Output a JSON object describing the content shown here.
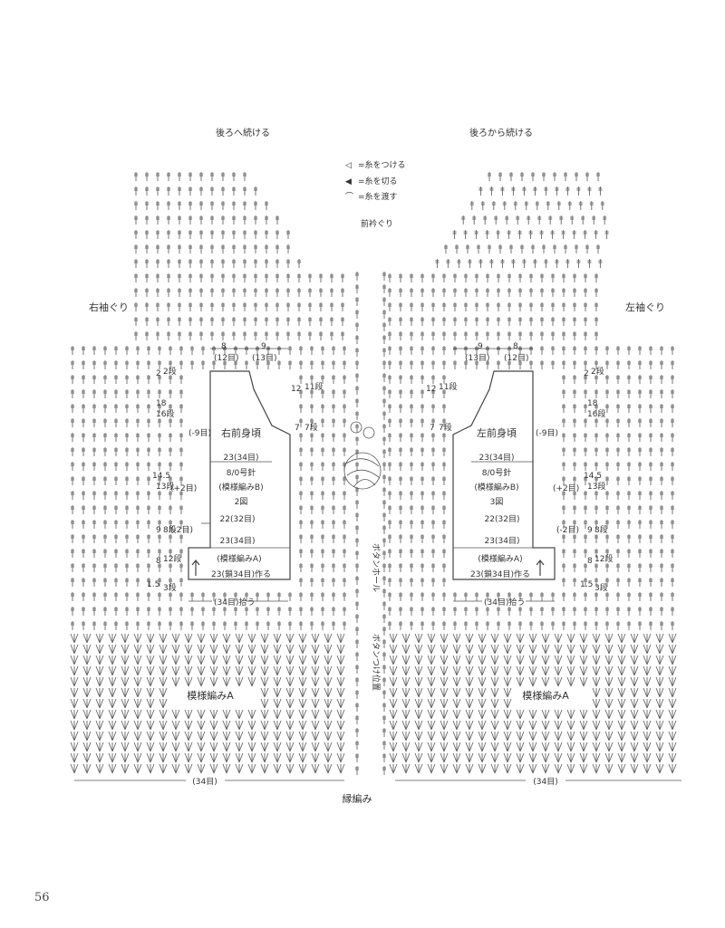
{
  "top_labels": {
    "left": "後ろへ続ける",
    "right": "後ろから続ける"
  },
  "legend": [
    {
      "sym": "◁",
      "text": "=糸をつける"
    },
    {
      "sym": "◀",
      "text": "=糸を切る"
    },
    {
      "sym": "⌒",
      "text": "=糸を渡す"
    }
  ],
  "neckline_label": "前衿ぐり",
  "armhole_labels": {
    "right": "右袖ぐり",
    "left": "左袖ぐり"
  },
  "right_front": {
    "title": "右前身頃",
    "width_label": "23(34目)",
    "needle": "8/0号針",
    "pattern_b": "(模様編みB)",
    "figure": "2図",
    "mid_width": "22(32目)",
    "lower_width": "23(34目)",
    "pattern_a": "(模様編みA)",
    "start": "23(鎖34目)作る",
    "dec9": "(-9目)",
    "top_widths": [
      "8",
      "9"
    ],
    "top_counts": [
      "(12目)",
      "(13目)"
    ]
  },
  "left_front": {
    "title": "左前身頃",
    "width_label": "23(34目)",
    "needle": "8/0号針",
    "pattern_b": "(模様編みB)",
    "figure": "3図",
    "mid_width": "22(32目)",
    "lower_width": "23(34目)",
    "pattern_a": "(模様編みA)",
    "start": "23(鎖34目)作る",
    "dec9": "(-9目)",
    "top_widths": [
      "9",
      "8"
    ],
    "top_counts": [
      "(13目)",
      "(12目)"
    ]
  },
  "side_measures": [
    {
      "cm": "2",
      "rows": "2段"
    },
    {
      "cm": "18",
      "rows": "16段"
    },
    {
      "cm": "14.5",
      "rows": "13段",
      "note": "(+2目)"
    },
    {
      "cm": "9",
      "rows": "8段",
      "note": "(-2目)"
    },
    {
      "cm": "8",
      "rows": "12段"
    },
    {
      "cm": "1.5",
      "rows": "3段"
    }
  ],
  "neck_measures": [
    {
      "cm": "12",
      "rows": "11段"
    },
    {
      "cm": "7",
      "rows": "7段"
    }
  ],
  "pickup": "(34目)拾う",
  "bottom_count": "(34目)",
  "pattern_a_main": "模様編みA",
  "buttonhole": "ボタンホール",
  "button_pos": "ボタンつけ位置",
  "edging": "縁編み",
  "page_number": "56"
}
